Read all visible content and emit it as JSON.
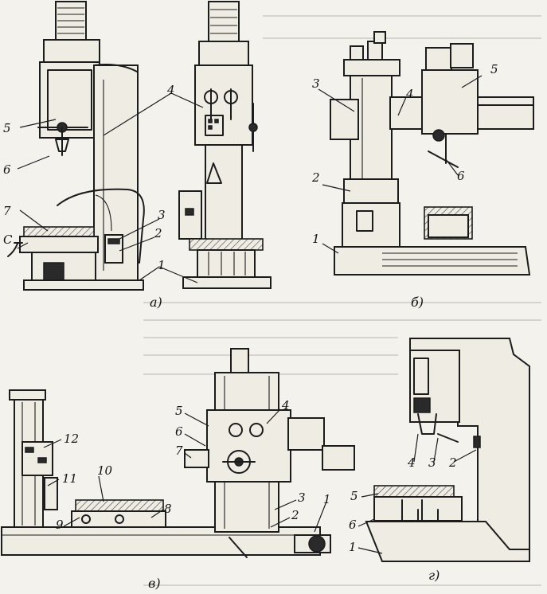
{
  "figures": [
    {
      "id": "a",
      "caption": "а)",
      "labels": [
        "1",
        "2",
        "3",
        "4",
        "5",
        "6",
        "7",
        "С"
      ]
    },
    {
      "id": "b",
      "caption": "б)",
      "labels": [
        "1",
        "2",
        "3",
        "4",
        "5",
        "6"
      ]
    },
    {
      "id": "v",
      "caption": "в)",
      "labels": [
        "1",
        "2",
        "3",
        "4",
        "5",
        "6",
        "7",
        "8",
        "9",
        "10",
        "11",
        "12"
      ]
    },
    {
      "id": "g",
      "caption": "г)",
      "labels": [
        "1",
        "2",
        "3",
        "4",
        "5",
        "6"
      ]
    }
  ]
}
